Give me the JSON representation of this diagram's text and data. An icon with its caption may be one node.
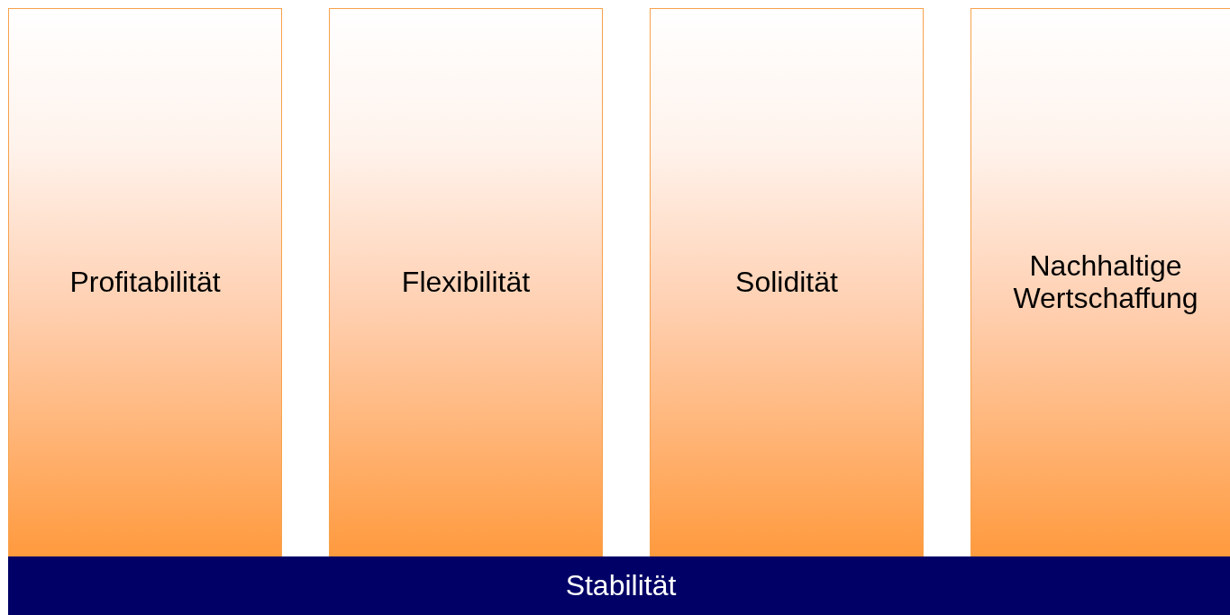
{
  "diagram": {
    "nodes": [
      {
        "text": [
          "Profitabilität"
        ]
      },
      {
        "text": [
          "Flexibilität"
        ]
      },
      {
        "text": [
          "Solidität"
        ]
      },
      {
        "text": [
          "Nachhaltige Wertschaffung"
        ]
      },
      {
        "text": [
          "Stabilität"
        ]
      }
    ]
  }
}
